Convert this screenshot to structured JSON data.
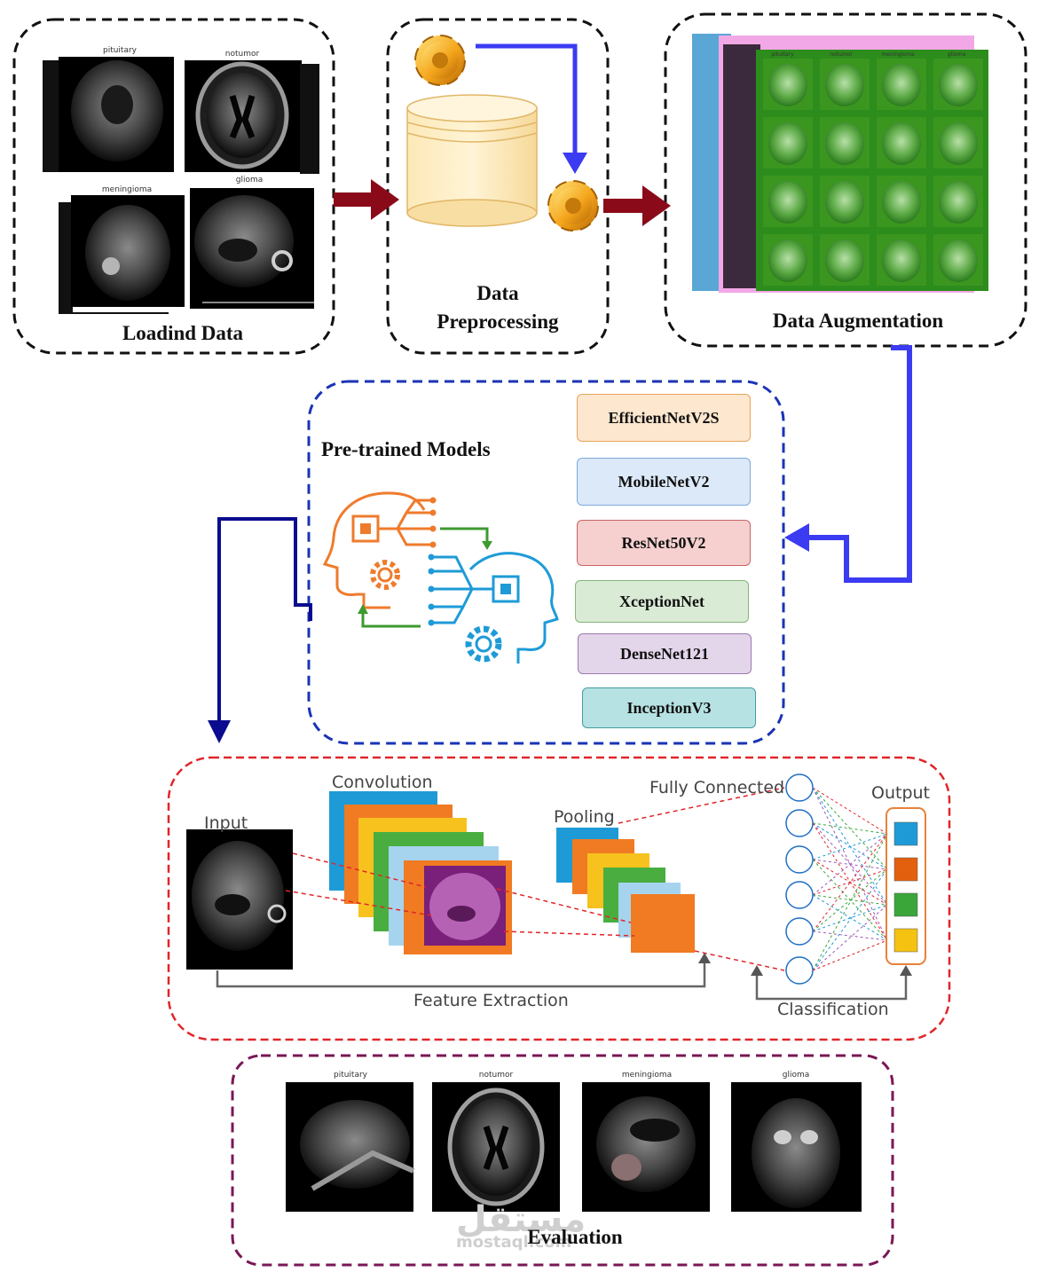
{
  "stages": {
    "loading": {
      "label": "Loadind Data",
      "captions": [
        "pituitary",
        "notumor",
        "meningioma",
        "glioma"
      ]
    },
    "preprocessing": {
      "label_line1": "Data",
      "label_line2": "Preprocessing"
    },
    "augmentation": {
      "label": "Data Augmentation",
      "captions": [
        "pituitary",
        "notumor",
        "meningioma",
        "glioma"
      ]
    },
    "pretrained": {
      "label": "Pre-trained Models",
      "models": [
        {
          "name": "EfficientNetV2S",
          "fill": "#fde7cf",
          "border": "#e8a35a"
        },
        {
          "name": "MobileNetV2",
          "fill": "#dce9f8",
          "border": "#7ea9da"
        },
        {
          "name": "ResNet50V2",
          "fill": "#f6cfcf",
          "border": "#c86464"
        },
        {
          "name": "XceptionNet",
          "fill": "#d9ead5",
          "border": "#86b47a"
        },
        {
          "name": "DenseNet121",
          "fill": "#e4d6ea",
          "border": "#9c79ad"
        },
        {
          "name": "InceptionV3",
          "fill": "#b7e2e3",
          "border": "#3f9ea1"
        }
      ]
    },
    "cnn": {
      "input": "Input",
      "convolution": "Convolution",
      "pooling": "Pooling",
      "fully_connected": "Fully Connected",
      "output": "Output",
      "feature_extraction": "Feature Extraction",
      "classification": "Classification"
    },
    "evaluation": {
      "label": "Evaluation",
      "captions": [
        "pituitary",
        "notumor",
        "meningioma",
        "glioma"
      ]
    }
  },
  "watermark": {
    "arabic": "مستقل",
    "latin": "mostaql.com"
  },
  "colors": {
    "stage_border": "#111111",
    "models_border": "#1a33b5",
    "cnn_border": "#e0262a",
    "evaluation_border": "#7a1756",
    "flow_arrow_red": "#8b0a1a",
    "flow_arrow_blue": "#3b3bf2",
    "flow_arrow_navy": "#0b0b8f",
    "output_colors": [
      "#1e9bd7",
      "#e3600f",
      "#3aa63a",
      "#f5c211"
    ]
  }
}
